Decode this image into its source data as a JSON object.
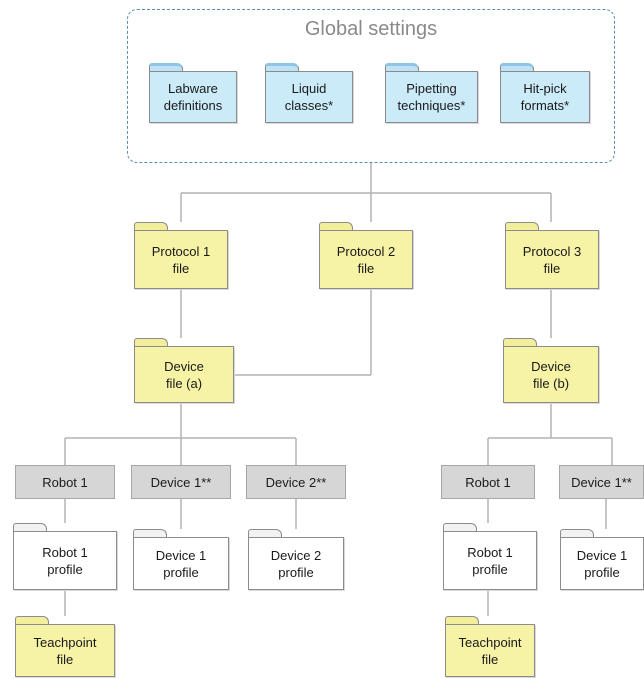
{
  "global_settings": {
    "title": "Global settings",
    "items": [
      {
        "lines": [
          "Labware",
          "definitions"
        ]
      },
      {
        "lines": [
          "Liquid",
          "classes*"
        ]
      },
      {
        "lines": [
          "Pipetting",
          "techniques*"
        ]
      },
      {
        "lines": [
          "Hit-pick",
          "formats*"
        ]
      }
    ]
  },
  "protocols": [
    {
      "lines": [
        "Protocol 1",
        "file"
      ]
    },
    {
      "lines": [
        "Protocol 2",
        "file"
      ]
    },
    {
      "lines": [
        "Protocol 3",
        "file"
      ]
    }
  ],
  "device_files": [
    {
      "lines": [
        "Device",
        "file (a)"
      ]
    },
    {
      "lines": [
        "Device",
        "file (b)"
      ]
    }
  ],
  "branch_a": {
    "nodes": [
      "Robot 1",
      "Device 1**",
      "Device 2**"
    ],
    "profiles": [
      {
        "lines": [
          "Robot 1",
          "profile"
        ]
      },
      {
        "lines": [
          "Device 1",
          "profile"
        ]
      },
      {
        "lines": [
          "Device 2",
          "profile"
        ]
      }
    ],
    "teachpoint": {
      "lines": [
        "Teachpoint",
        "file"
      ]
    }
  },
  "branch_b": {
    "nodes": [
      "Robot 1",
      "Device 1**"
    ],
    "profiles": [
      {
        "lines": [
          "Robot 1",
          "profile"
        ]
      },
      {
        "lines": [
          "Device 1",
          "profile"
        ]
      }
    ],
    "teachpoint": {
      "lines": [
        "Teachpoint",
        "file"
      ]
    }
  },
  "colors": {
    "global_folder": "#ccebf9",
    "file_folder": "#f6f2a6",
    "profile_folder": "#ffffff",
    "node_box": "#d6d6d6",
    "connector": "#b3b3b3",
    "dashed_border": "#5b8fb0"
  }
}
